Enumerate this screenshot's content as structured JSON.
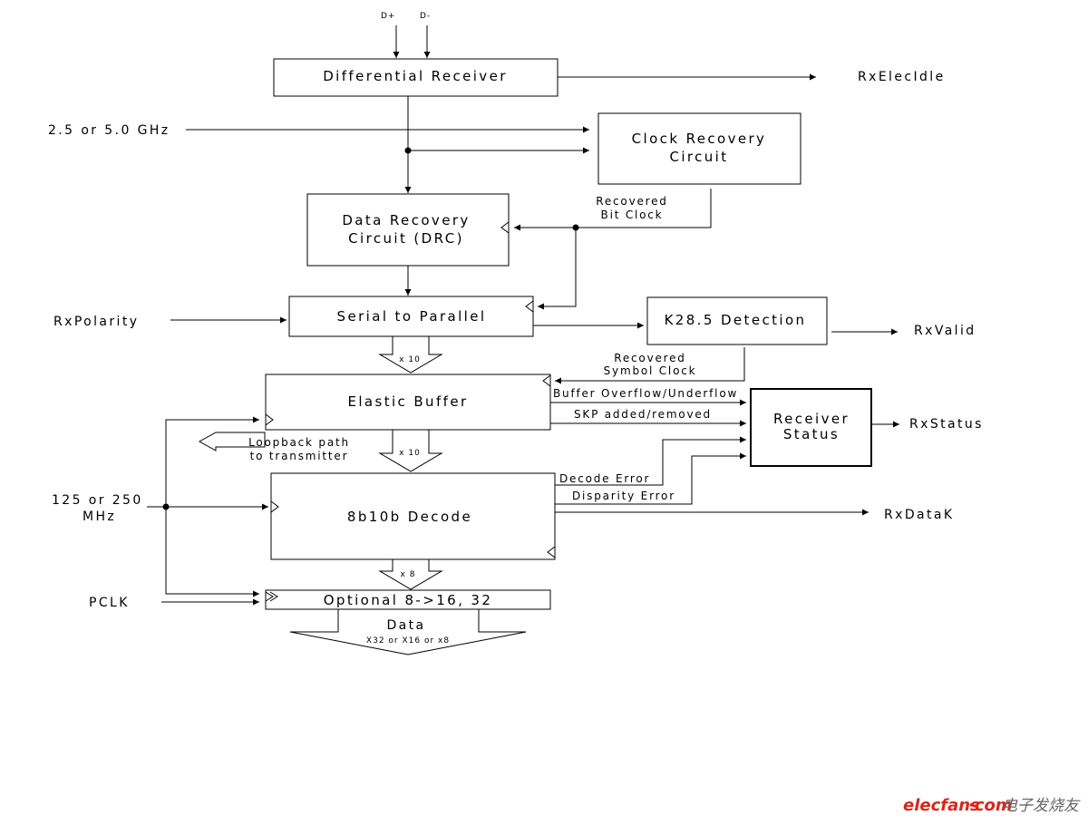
{
  "inputs": {
    "d_plus": "D+",
    "d_minus": "D-",
    "clock_in": "2.5 or 5.0 GHz",
    "rx_polarity": "RxPolarity",
    "core_clock": [
      "125 or 250",
      "MHz"
    ],
    "pclk": "PCLK"
  },
  "blocks": {
    "diff_receiver": "Differential Receiver",
    "clock_recovery": [
      "Clock Recovery",
      "Circuit"
    ],
    "data_recovery": [
      "Data Recovery",
      "Circuit (DRC)"
    ],
    "serial_parallel": "Serial to Parallel",
    "k285": "K28.5 Detection",
    "elastic_buffer": "Elastic Buffer",
    "receiver_status": [
      "Receiver",
      "Status"
    ],
    "decode_8b10b": "8b10b Decode",
    "optional_width": "Optional 8->16, 32"
  },
  "signals": {
    "recovered_bit_clock": [
      "Recovered",
      "Bit Clock"
    ],
    "recovered_symbol_clock": [
      "Recovered",
      "Symbol Clock"
    ],
    "x10_a": "x 10",
    "x10_b": "x 10",
    "x8": "x 8",
    "loopback": [
      "Loopback path",
      "to transmitter"
    ],
    "buffer_overflow": "Buffer Overflow/Underflow",
    "skp": "SKP added/removed",
    "decode_error": "Decode Error",
    "disparity_error": "Disparity Error",
    "data": "Data",
    "data_widths": "X32 or X16 or x8"
  },
  "outputs": {
    "rx_elec_idle": "RxElecIdle",
    "rx_valid": "RxValid",
    "rx_status": "RxStatus",
    "rx_datak": "RxDataK"
  },
  "watermark": {
    "brand": "elecfans",
    "suffix": "·com",
    "chinese": "电子发烧友"
  },
  "colors": {
    "watermark_red": "#d8261c",
    "watermark_gray": "#666666"
  }
}
